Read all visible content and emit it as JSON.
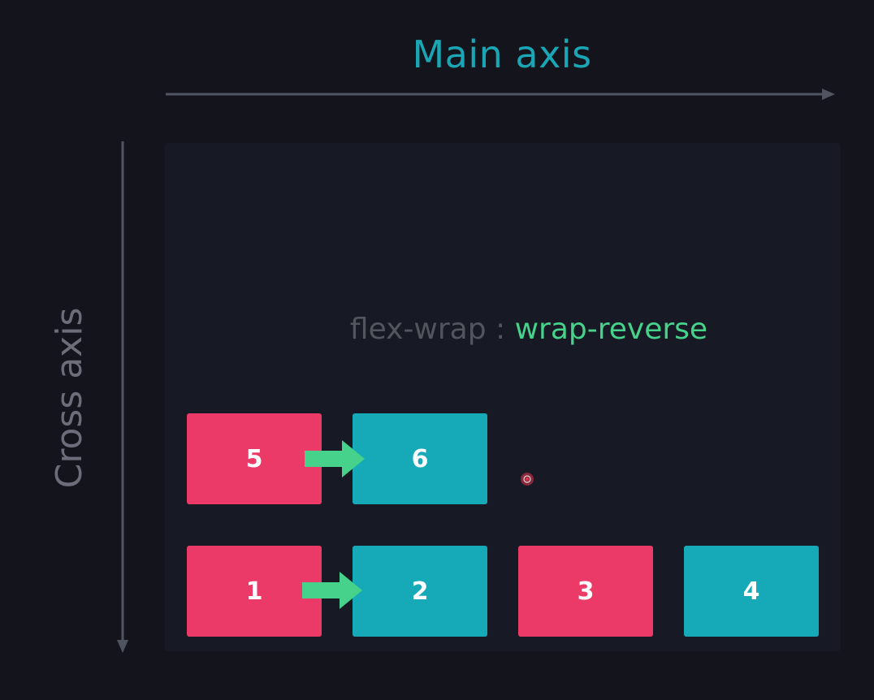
{
  "main_axis": {
    "label": "Main axis"
  },
  "cross_axis": {
    "label": "Cross axis"
  },
  "property": {
    "name": "flex-wrap",
    "separator": ":",
    "value": "wrap-reverse"
  },
  "rows": [
    {
      "items": [
        {
          "label": "5",
          "color": "pink"
        },
        {
          "label": "6",
          "color": "teal"
        }
      ]
    },
    {
      "items": [
        {
          "label": "1",
          "color": "pink"
        },
        {
          "label": "2",
          "color": "teal"
        },
        {
          "label": "3",
          "color": "pink"
        },
        {
          "label": "4",
          "color": "teal"
        }
      ]
    }
  ],
  "colors": {
    "background": "#14141d",
    "container": "#171a24",
    "pink": "#ec3a68",
    "teal": "#16a9b8",
    "arrow_green": "#46d28a",
    "axis_title": "#1aa6b4",
    "muted_text": "#6b6d78"
  },
  "icons": [
    "right-arrow-icon",
    "down-arrow-icon",
    "cursor-dot-icon"
  ]
}
